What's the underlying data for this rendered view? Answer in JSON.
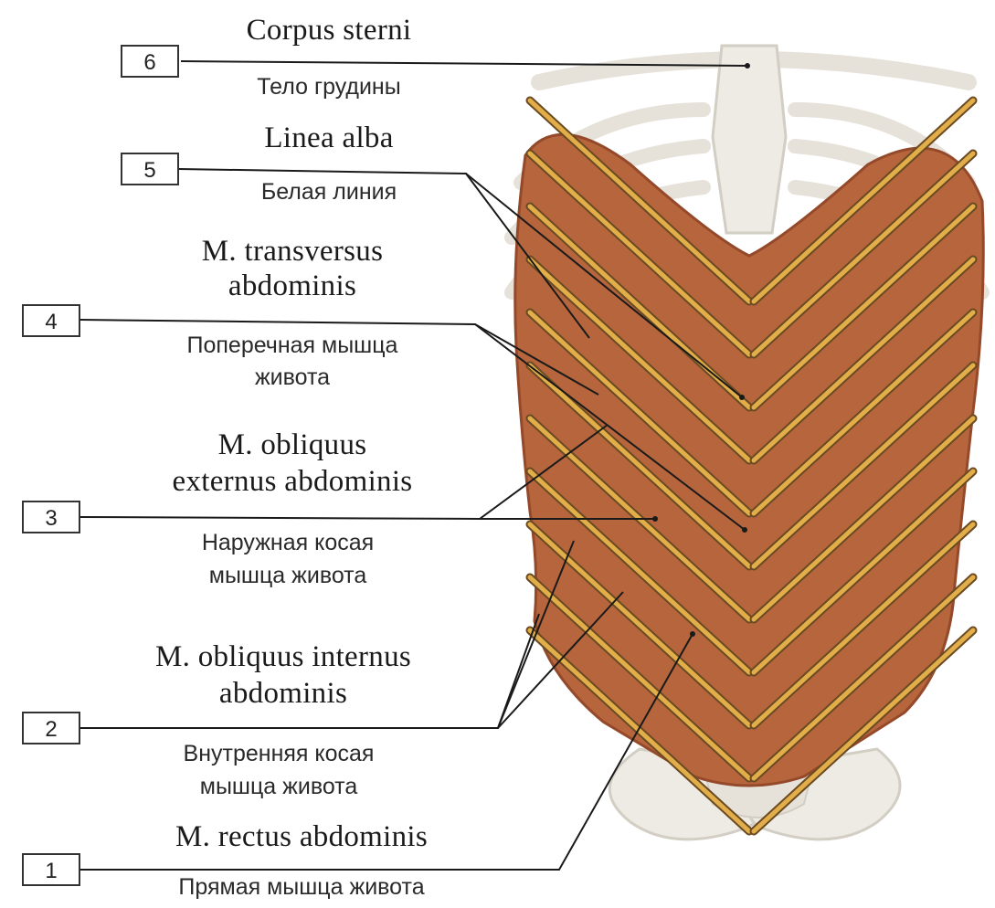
{
  "colors": {
    "bone": "#eeebe4",
    "bone_shadow": "#d3cec4",
    "muscle": "#b6653d",
    "muscle_dark": "#94492a",
    "fiber": "#e2ae4a",
    "fiber_edge": "#6a4a22",
    "leader": "#1a1a1a"
  },
  "labels": [
    {
      "number": "6",
      "latin": "Corpus sterni",
      "russian": "Тело грудины"
    },
    {
      "number": "5",
      "latin": "Linea alba",
      "russian": "Белая линия"
    },
    {
      "number": "4",
      "latin": [
        "M. transversus",
        "abdominis"
      ],
      "russian": [
        "Поперечная мышца",
        "живота"
      ]
    },
    {
      "number": "3",
      "latin": [
        "M. obliquus",
        "externus abdominis"
      ],
      "russian": [
        "Наружная косая",
        "мышца живота"
      ]
    },
    {
      "number": "2",
      "latin": [
        "M. obliquus internus",
        "abdominis"
      ],
      "russian": [
        "Внутренняя косая",
        "мышца живота"
      ]
    },
    {
      "number": "1",
      "latin": "M. rectus abdominis",
      "russian": "Прямая мышца живота"
    }
  ]
}
